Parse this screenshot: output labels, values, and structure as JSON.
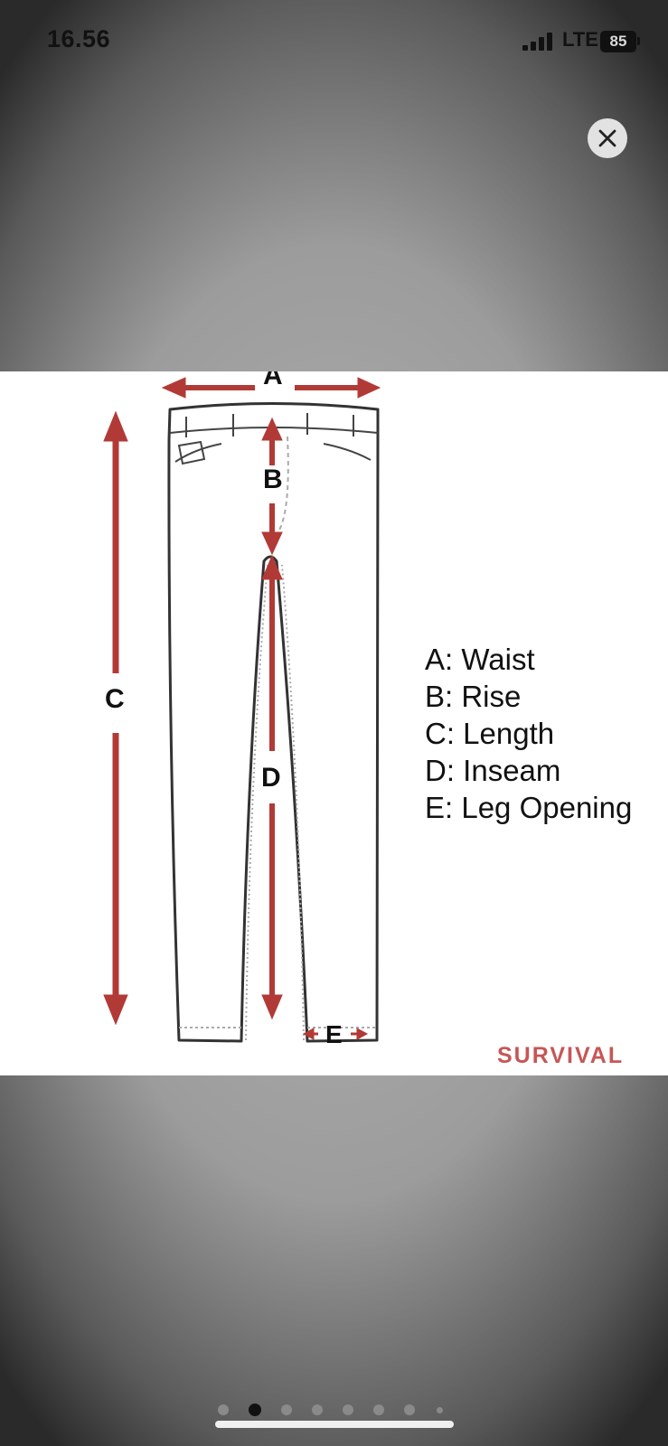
{
  "status_bar": {
    "time": "16.56",
    "network": "LTE",
    "battery": "85"
  },
  "viewer": {
    "close_icon": "close-icon",
    "dimension_labels": {
      "a": "A",
      "b": "B",
      "c": "C",
      "d": "D",
      "e": "E"
    },
    "legend": [
      "A: Waist",
      "B: Rise",
      "C: Length",
      "D: Inseam",
      "E: Leg Opening"
    ],
    "logo_text": "SURVIVAL",
    "arrow_color": "#b23a36",
    "page_count": 8,
    "current_page": 2
  }
}
